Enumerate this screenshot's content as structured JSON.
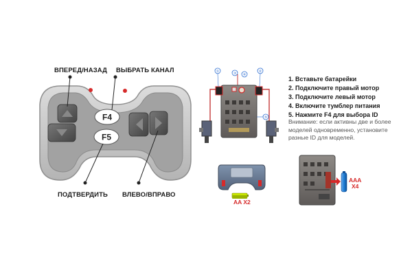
{
  "remote": {
    "label_forward_back": "ВПЕРЕД/НАЗАД",
    "label_select_channel": "ВЫБРАТЬ КАНАЛ",
    "label_confirm": "ПОДТВЕРДИТЬ",
    "label_left_right": "ВЛЕВО/ВПРАВО",
    "key_f4": "F4",
    "key_f5": "F5"
  },
  "instructions": {
    "steps": [
      "1. Вставьте батарейки",
      "2. Подключите правый мотор",
      "3. Подключите левый мотор",
      "4. Включите тумблер питания",
      "5. Нажмите F4 для выбора ID"
    ],
    "note": "Внимание: если активны две и более моделей одновременно, установите разные ID для моделей."
  },
  "diagram": {
    "callouts": [
      "①",
      "②",
      "③",
      "④",
      "⑤"
    ]
  },
  "batteries": {
    "remote_caption": "AA X2",
    "receiver_caption_line1": "AAA",
    "receiver_caption_line2": "X4"
  },
  "colors": {
    "remote_body": "#c9c9c9",
    "remote_panel": "#9d9d9d",
    "button_dark": "#5b5b5b",
    "accent_red": "#d62a2a",
    "callout_blue": "#2f6fd1",
    "aa_battery": "#c8e600",
    "aaa_battery": "#1f7ed6"
  }
}
